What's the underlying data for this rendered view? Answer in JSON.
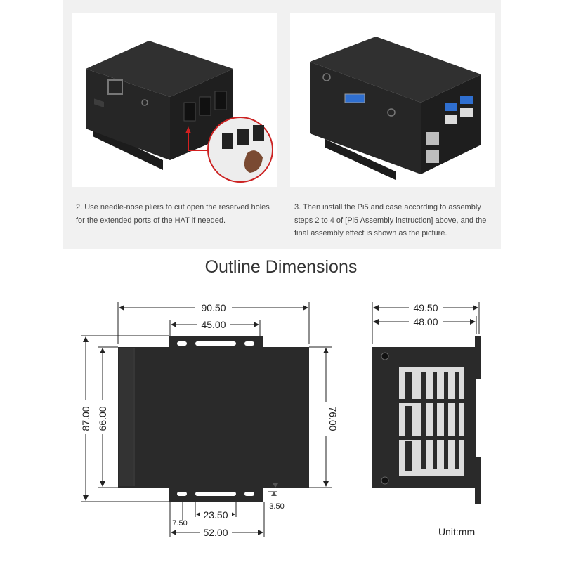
{
  "steps": [
    {
      "caption": "2. Use needle-nose pliers to cut open the reserved holes for the extended ports of the HAT if needed."
    },
    {
      "caption": "3. Then install the Pi5 and case according to assembly steps 2 to 4 of [Pi5 Assembly instruction] above, and the final assembly effect is shown as the picture."
    }
  ],
  "section_title": "Outline Dimensions",
  "dimensions": {
    "top_width": "90.50",
    "top_mount_spacing": "45.00",
    "bottom_mount_spacing": "52.00",
    "bottom_inner_spacing": "23.50",
    "bottom_offset": "7.50",
    "bottom_edge_offset": "3.50",
    "height_outer": "87.00",
    "height_inner": "66.00",
    "height_right": "76.00",
    "side_width_outer": "49.50",
    "side_width_inner": "48.00"
  },
  "unit": "Unit:mm",
  "colors": {
    "panel_bg": "#f1f1f1",
    "case": "#2a2a2a",
    "arrow": "#d42020"
  },
  "icons": [
    "case-isometric-photo",
    "case-assembled-photo",
    "pliers-zoom-inset"
  ]
}
